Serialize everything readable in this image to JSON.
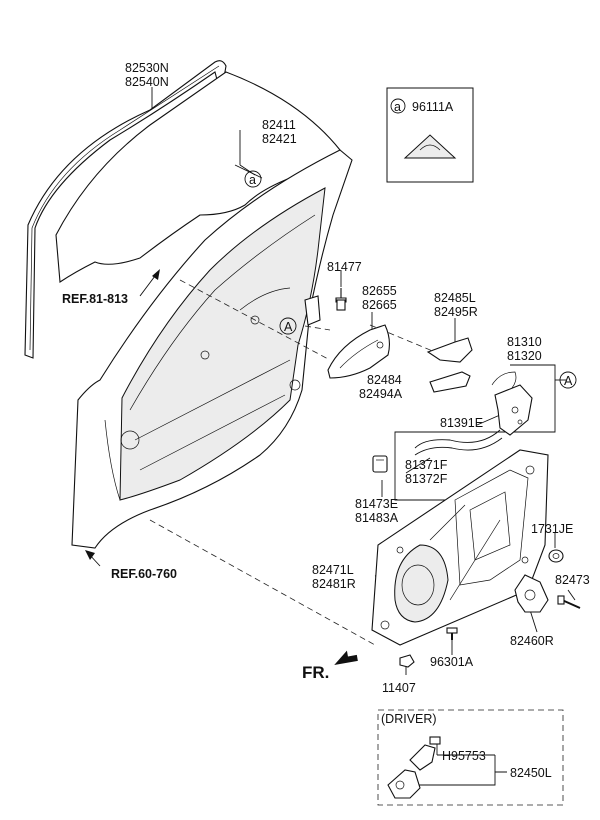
{
  "labels": {
    "glass_run_1": "82530N",
    "glass_run_2": "82540N",
    "glass_1": "82411",
    "glass_2": "82421",
    "callout_a": "a",
    "legend_a": "a",
    "legend_part": "96111A",
    "ref_81": "REF.81-813",
    "ref_60": "REF.60-760",
    "p81477": "81477",
    "p82655": "82655",
    "p82665": "82665",
    "p82485L": "82485L",
    "p82495R": "82495R",
    "p81310": "81310",
    "p81320": "81320",
    "circle_A1": "A",
    "circle_A2": "A",
    "p82484": "82484",
    "p82494A": "82494A",
    "p81391E": "81391E",
    "p81371F": "81371F",
    "p81372F": "81372F",
    "p81473E": "81473E",
    "p81483A": "81483A",
    "p1731JE": "1731JE",
    "p82471L": "82471L",
    "p82481R": "82481R",
    "p82473": "82473",
    "p82460R": "82460R",
    "p96301A": "96301A",
    "fr": "FR.",
    "p11407": "11407",
    "driver": "(DRIVER)",
    "pH95753": "H95753",
    "p82450L": "82450L"
  }
}
